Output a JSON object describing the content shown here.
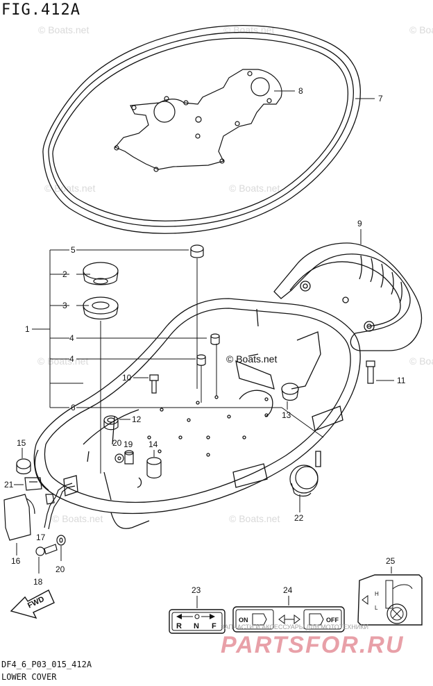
{
  "figure": {
    "title": "FIG.412A",
    "code": "DF4_6_P03_015_412A",
    "caption": "LOWER COVER"
  },
  "watermarks": {
    "boats": "© Boats.net",
    "boats_center": "© Boats.net",
    "parts_top": "ЗАПЧАСТИ И АКСЕССУАРЫ ДЛЯ МОТОТЕХНИКИ",
    "parts_logo": "PARTSFOR.RU",
    "parts_logo_color": "#e8a0a8"
  },
  "callouts": {
    "c1": "1",
    "c2": "2",
    "c3": "3",
    "c4a": "4",
    "c4b": "4",
    "c5": "5",
    "c6": "6",
    "c7": "7",
    "c8": "8",
    "c9": "9",
    "c10": "10",
    "c11": "11",
    "c12": "12",
    "c13": "13",
    "c14": "14",
    "c15": "15",
    "c16": "16",
    "c17": "17",
    "c18": "18",
    "c19": "19",
    "c20a": "20",
    "c20b": "20",
    "c21": "21",
    "c22": "22",
    "c23": "23",
    "c24": "24",
    "c25": "25"
  },
  "labels": {
    "fwd": "FWD",
    "gear_r": "R",
    "gear_n": "N",
    "gear_f": "F",
    "choke_on": "ON",
    "choke_off": "OFF",
    "oil_h": "H",
    "oil_l": "L"
  }
}
